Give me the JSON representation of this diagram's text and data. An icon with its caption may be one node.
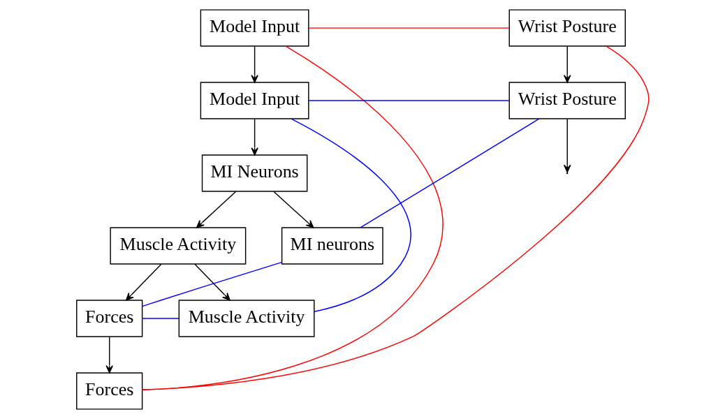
{
  "diagram": {
    "nodes": [
      {
        "text": [
          "Model Input"
        ]
      },
      {
        "text": [
          "Model Input"
        ]
      },
      {
        "text": [
          "MI Neurons"
        ]
      },
      {
        "text": [
          "Wrist Posture"
        ]
      },
      {
        "text": [
          "Wrist Posture"
        ]
      },
      {
        "text": [
          "Muscle Activity"
        ]
      },
      {
        "text": [
          "MI neurons"
        ]
      },
      {
        "text": [
          "Forces"
        ]
      },
      {
        "text": [
          "Muscle Activity"
        ]
      },
      {
        "text": [
          "Forces"
        ]
      }
    ],
    "edges": [
      {
        "from": 0,
        "to": 1,
        "arrow": "to"
      },
      {
        "from": 1,
        "to": 2,
        "arrow": "to"
      },
      {
        "from": 2,
        "to": 5,
        "arrow": "to"
      },
      {
        "from": 3,
        "to": 4,
        "arrow": "to"
      },
      {
        "from": 5,
        "to": 7,
        "arrow": "to"
      },
      {
        "from": 7,
        "to": 9,
        "arrow": "to"
      },
      {
        "from": 2,
        "to": 6,
        "arrow": "to"
      },
      {
        "from": 4,
        "to": null,
        "arrow": "to"
      },
      {
        "from": 5,
        "to": 8,
        "arrow": "to"
      },
      {
        "from": 0,
        "to": 3,
        "arrow": "none",
        "color": "#ff0000"
      },
      {
        "from": 3,
        "to": 9,
        "arrow": "none",
        "color": "#ff0000"
      },
      {
        "from": 0,
        "to": 9,
        "arrow": "none",
        "color": "#ff0000"
      },
      {
        "from": 1,
        "to": 4,
        "arrow": "none",
        "color": "#0000ff"
      },
      {
        "from": 4,
        "to": 6,
        "arrow": "none",
        "color": "#0000ff"
      },
      {
        "from": 6,
        "to": 7,
        "arrow": "none",
        "color": "#0000ff"
      },
      {
        "from": 7,
        "to": 8,
        "arrow": "none",
        "color": "#0000ff"
      },
      {
        "from": 1,
        "to": 8,
        "arrow": "none",
        "color": "#0000ff"
      }
    ]
  }
}
